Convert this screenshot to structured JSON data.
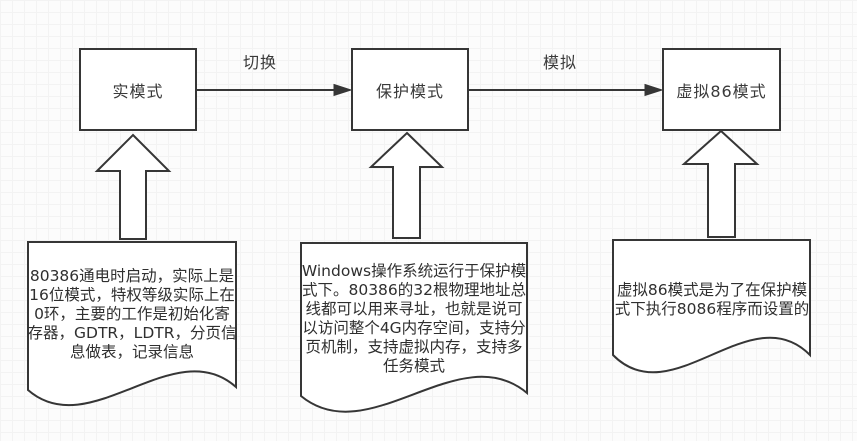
{
  "diagram": {
    "title": "80386 CPU operating modes diagram",
    "stroke_color": "#363636",
    "background_color": "#fcfcfc",
    "grid_color": "#f3f3f3"
  },
  "nodes": [
    {
      "id": "real-mode",
      "label": "实模式"
    },
    {
      "id": "protected-mode",
      "label": "保护模式"
    },
    {
      "id": "virtual-86-mode",
      "label": "虚拟86模式"
    }
  ],
  "edges": [
    {
      "from": "real-mode",
      "to": "protected-mode",
      "label": "切换"
    },
    {
      "from": "protected-mode",
      "to": "virtual-86-mode",
      "label": "模拟"
    }
  ],
  "notes": [
    {
      "for": "real-mode",
      "text": "80386通电时启动，实际上是\n16位模式，特权等级实际上在\n0环，主要的工作是初始化寄\n存器，GDTR，LDTR，分页信\n息做表，记录信息"
    },
    {
      "for": "protected-mode",
      "text": "Windows操作系统运行于保护模\n式下。80386的32根物理地址总\n线都可以用来寻址，也就是说可\n以访问整个4G内存空间，支持分\n页机制，支持虚拟内存，支持多\n任务模式"
    },
    {
      "for": "virtual-86-mode",
      "text": "虚拟86模式是为了在保护模\n式下执行8086程序而设置的"
    }
  ]
}
